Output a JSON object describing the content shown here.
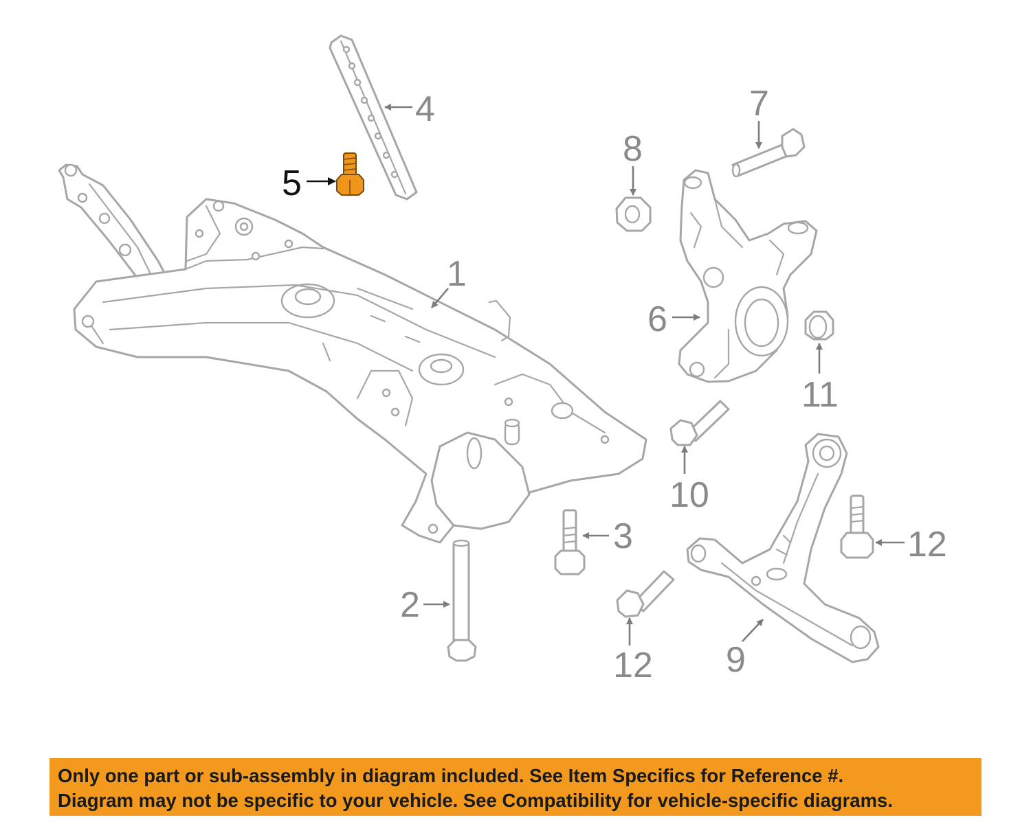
{
  "callouts": [
    "1",
    "2",
    "3",
    "4",
    "5",
    "6",
    "7",
    "8",
    "9",
    "10",
    "11",
    "12",
    "12"
  ],
  "highlighted_part": "5",
  "colors": {
    "highlight": "#f0961c",
    "line_art": "#a6a6a6",
    "banner": "#f39a1e"
  },
  "disclaimer": {
    "line1": "Only one part or sub-assembly in diagram included. See Item Specifics for Reference #.",
    "line2": "Diagram may not be specific to your vehicle. See Compatibility for vehicle-specific diagrams."
  }
}
